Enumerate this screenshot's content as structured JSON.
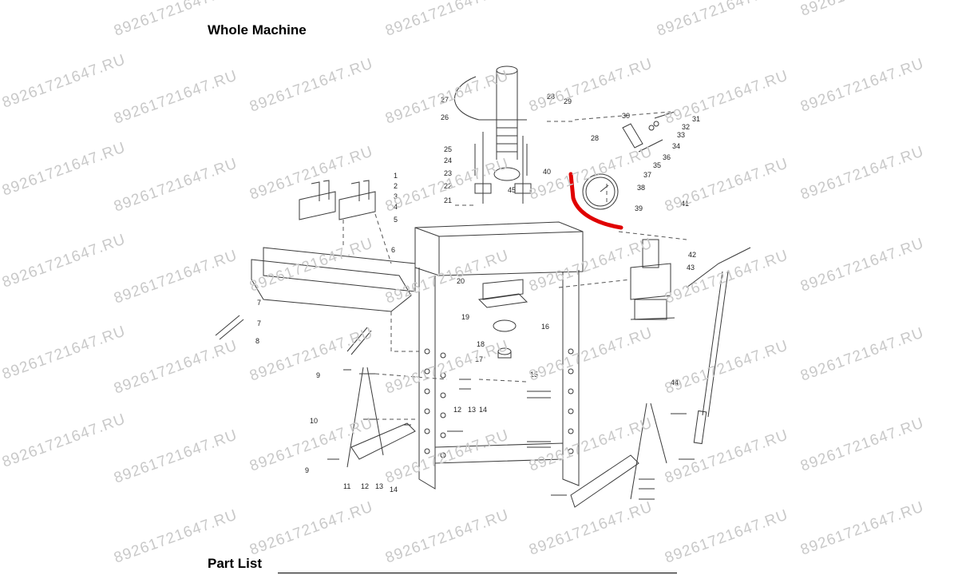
{
  "heading": "Whole Machine",
  "footer_heading": "Part List",
  "watermark": "89261721647.RU",
  "colors": {
    "line": "#3a3a3a",
    "highlight": "#e00000",
    "watermark": "#c9c9c9"
  },
  "part_labels": [
    "1",
    "2",
    "3",
    "4",
    "5",
    "6",
    "7",
    "7",
    "8",
    "9",
    "9",
    "10",
    "11",
    "12",
    "12",
    "13",
    "13",
    "14",
    "14",
    "15",
    "16",
    "17",
    "18",
    "19",
    "20",
    "21",
    "22",
    "23",
    "24",
    "25",
    "26",
    "27",
    "28",
    "28",
    "29",
    "30",
    "31",
    "32",
    "33",
    "34",
    "35",
    "36",
    "37",
    "38",
    "39",
    "40",
    "41",
    "42",
    "43",
    "44",
    "45"
  ]
}
